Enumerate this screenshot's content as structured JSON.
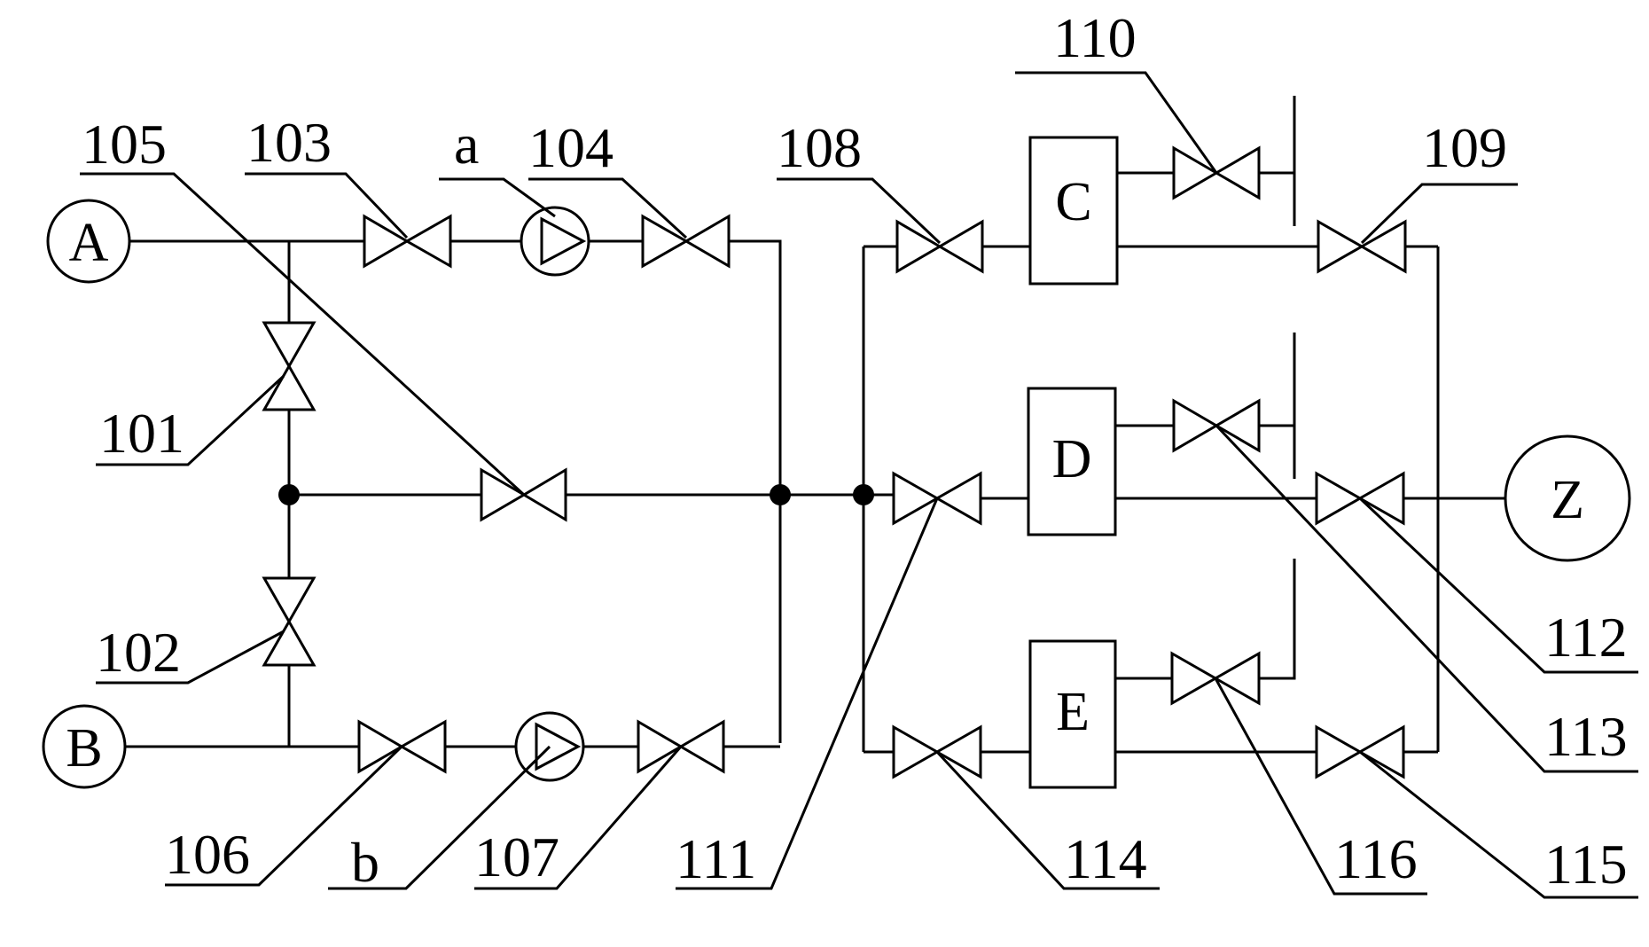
{
  "nodes": {
    "A": "A",
    "B": "B",
    "Z": "Z"
  },
  "units": {
    "C": "C",
    "D": "D",
    "E": "E"
  },
  "pumps": {
    "a": "a",
    "b": "b"
  },
  "labels": {
    "101": "101",
    "102": "102",
    "103": "103",
    "104": "104",
    "105": "105",
    "106": "106",
    "107": "107",
    "108": "108",
    "109": "109",
    "110": "110",
    "111": "111",
    "112": "112",
    "113": "113",
    "114": "114",
    "115": "115",
    "116": "116"
  }
}
